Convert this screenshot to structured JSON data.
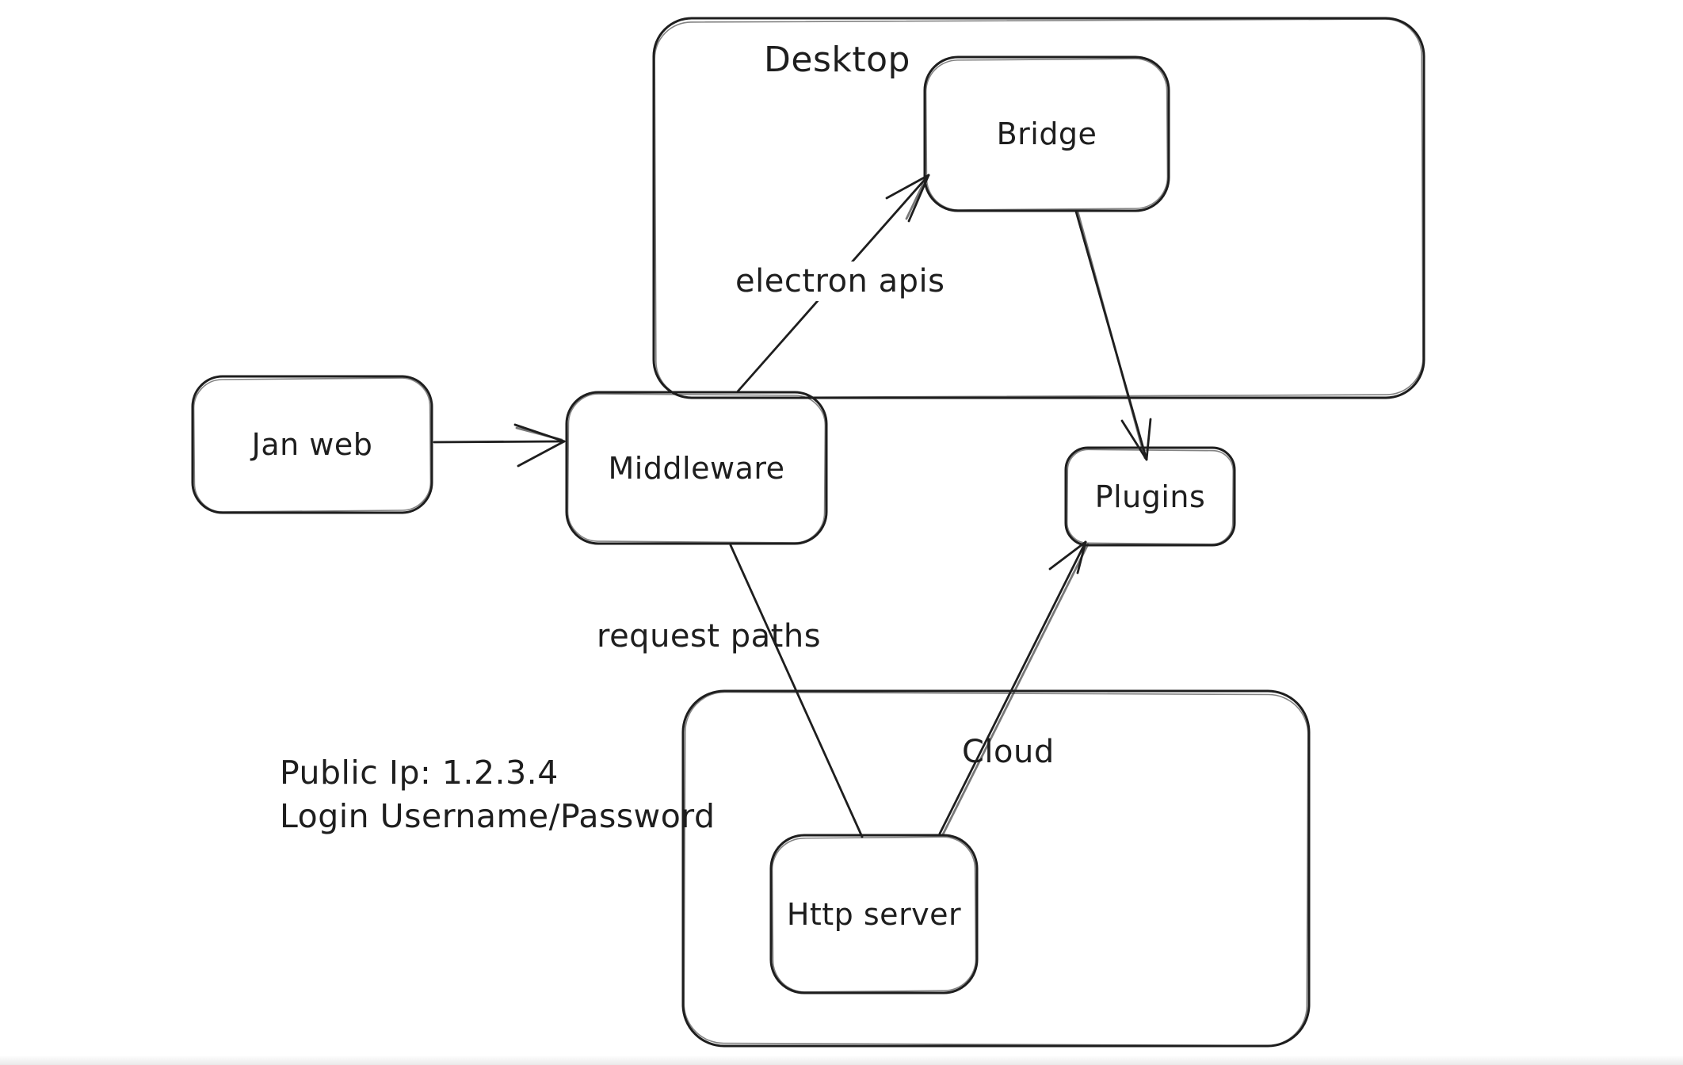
{
  "canvas": {
    "background_color": "#ffffff",
    "stroke_color": "#1e1e1e",
    "bottom_fade_color": "#e9e9e9"
  },
  "containers": {
    "desktop": {
      "label": "Desktop"
    },
    "cloud": {
      "label": "Cloud"
    }
  },
  "nodes": {
    "jan_web": {
      "label": "Jan web"
    },
    "middleware": {
      "label": "Middleware"
    },
    "bridge": {
      "label": "Bridge"
    },
    "plugins": {
      "label": "Plugins"
    },
    "http_server": {
      "label": "Http server"
    }
  },
  "edges": {
    "janweb_to_middleware": {
      "from": "Jan web",
      "to": "Middleware",
      "label": "",
      "arrowhead": "end"
    },
    "middleware_to_bridge": {
      "from": "Middleware",
      "to": "Bridge",
      "label": "electron apis",
      "arrowhead": "end"
    },
    "bridge_to_plugins": {
      "from": "Bridge",
      "to": "Plugins",
      "label": "",
      "arrowhead": "end"
    },
    "middleware_to_http_server": {
      "from": "Middleware",
      "to": "Http server",
      "label": "request paths",
      "arrowhead": "none"
    },
    "http_server_to_plugins": {
      "from": "Http server",
      "to": "Plugins",
      "label": "",
      "arrowhead": "end"
    }
  },
  "annotations": {
    "line1": "Public Ip: 1.2.3.4",
    "line2": "Login Username/Password"
  }
}
